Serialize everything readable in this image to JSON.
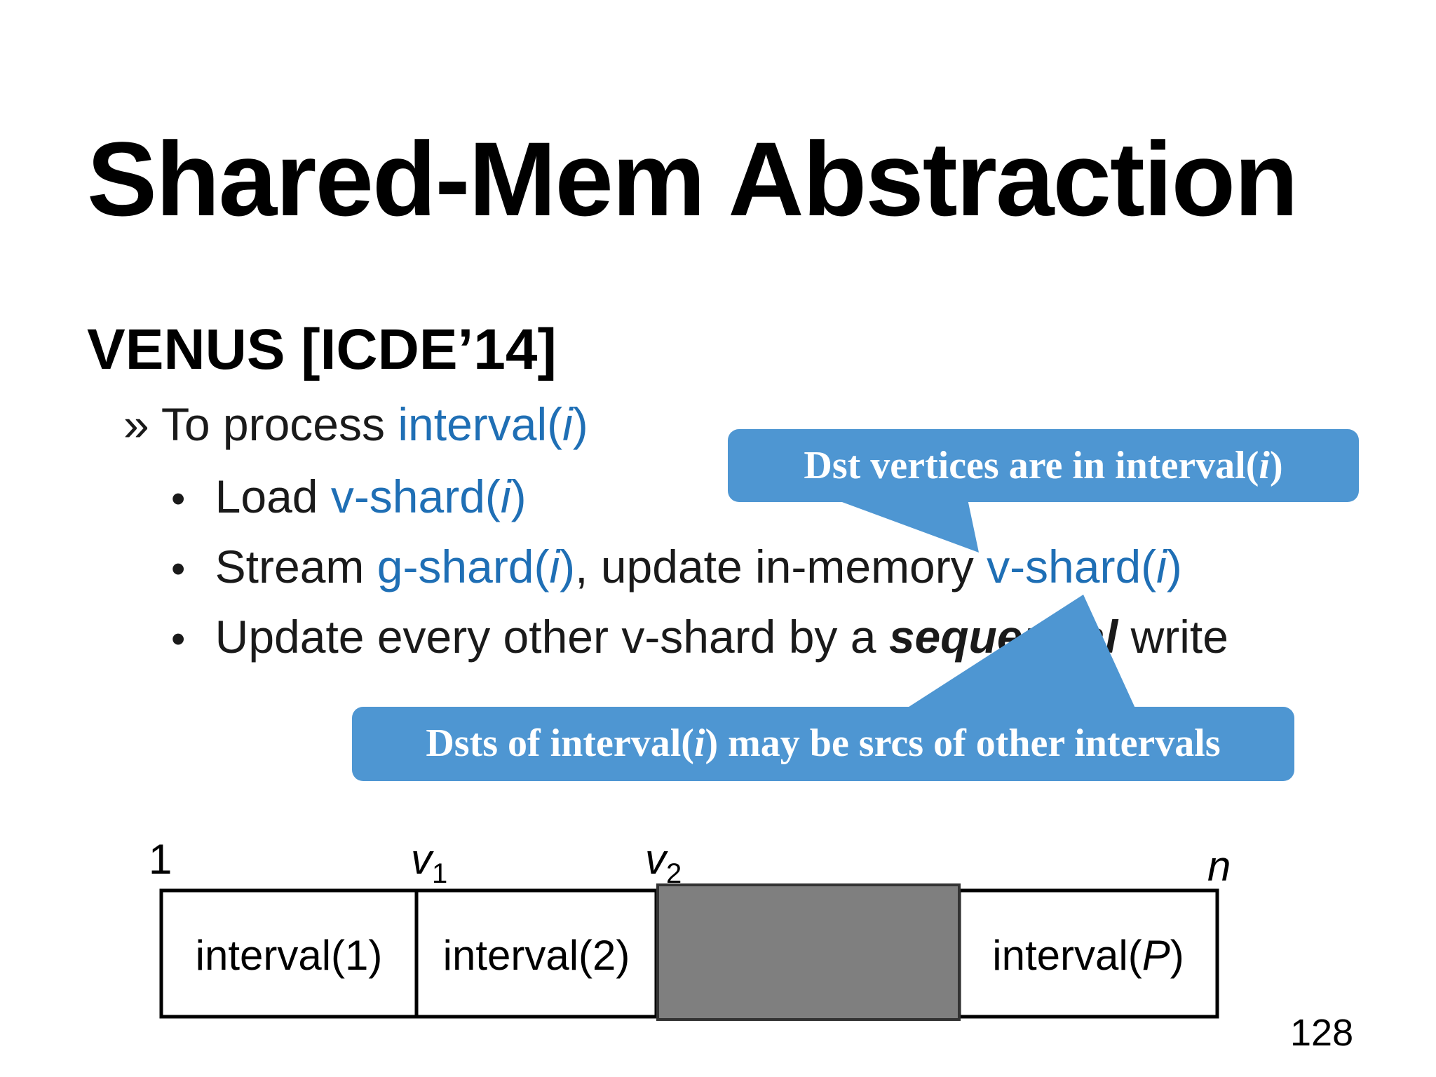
{
  "slide": {
    "title": "Shared-Mem Abstraction",
    "section": "VENUS [ICDE’14]",
    "page_number": "128"
  },
  "level1": {
    "marker": "»",
    "prefix": "To process ",
    "term": "interval(",
    "term_var": "i",
    "term_end": ")"
  },
  "bullets": {
    "marker": "•",
    "b1": {
      "text": "Load ",
      "term": "v-shard(",
      "var": "i",
      "end": ")"
    },
    "b2": {
      "text": "Stream ",
      "term1": "g-shard(",
      "var1": "i",
      "end1": ")",
      "mid": ", update in-memory ",
      "term2": "v-shard(",
      "var2": "i",
      "end2": ")"
    },
    "b3": {
      "text1": "Update every other v-shard by a ",
      "emph": "sequential",
      "text2": " write"
    }
  },
  "callouts": {
    "top": {
      "text": "Dst vertices are in interval(",
      "var": "i",
      "end": ")"
    },
    "bottom": {
      "text": "Dsts of interval(",
      "var": "i",
      "end": ") may be srcs of other intervals"
    }
  },
  "diagram": {
    "start_label": "1",
    "v1_base": "v",
    "v1_sub": "1",
    "v2_base": "v",
    "v2_sub": "2",
    "end_label": "n",
    "intervals": {
      "i1": "interval(1)",
      "i2": "interval(2)",
      "ip_text": "interval(",
      "ip_var": "P",
      "ip_end": ")"
    }
  },
  "colors": {
    "accent_blue": "#1f6fb5",
    "callout_fill": "#4e96d2",
    "highlight_gray": "#7f7f7f"
  }
}
